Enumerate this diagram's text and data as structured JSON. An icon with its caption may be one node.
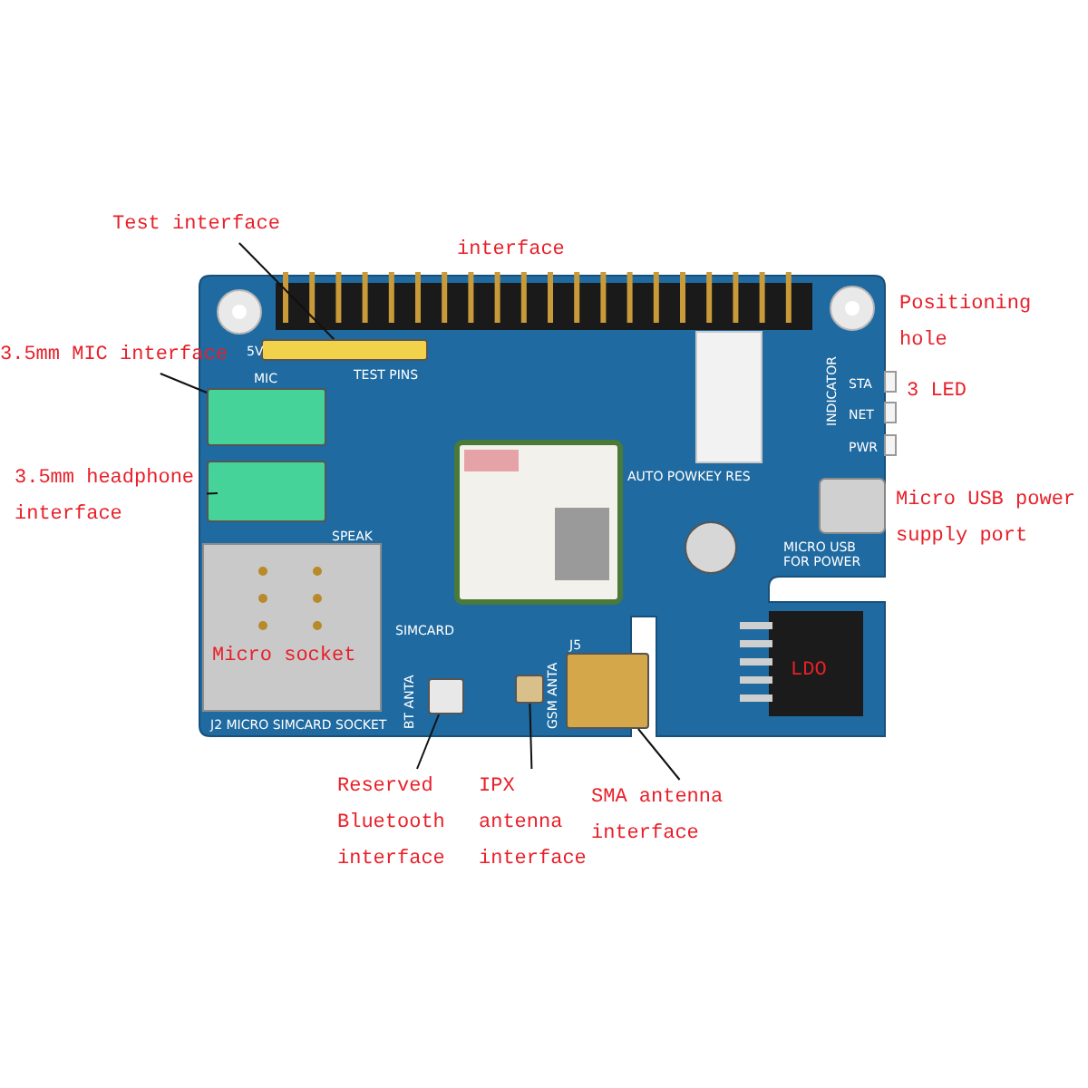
{
  "diagram": {
    "nodes": [
      {
        "text": [
          "Test interface"
        ]
      },
      {
        "text": [],
        "shape": "box",
        "beside": [
          "TEST PINS"
        ]
      },
      {
        "text": [
          "3.5mm MIC interface"
        ]
      },
      {
        "text": [],
        "shape": "box",
        "beside": [
          "MIC"
        ]
      },
      {
        "text": [
          "3.5mm headphone interface"
        ]
      },
      {
        "text": [],
        "shape": "box",
        "beside": [
          "SPEAK"
        ]
      },
      {
        "text": [
          "Reserved Bluetooth interface"
        ]
      },
      {
        "text": [],
        "shape": "box",
        "beside": [
          "BT ANTA"
        ]
      },
      {
        "text": [
          "IPX antenna interface"
        ]
      },
      {
        "text": [],
        "shape": "box"
      },
      {
        "text": [
          "SMA antenna interface"
        ]
      },
      {
        "text": [],
        "shape": "box",
        "beside": [
          "GSM ANTA"
        ]
      }
    ],
    "edges": [
      {
        "from": 0,
        "to": 1,
        "arrow": "none"
      },
      {
        "from": 2,
        "to": 3,
        "arrow": "none"
      },
      {
        "from": 4,
        "to": 5,
        "arrow": "none"
      },
      {
        "from": 6,
        "to": 7,
        "arrow": "none"
      },
      {
        "from": 8,
        "to": 9,
        "arrow": "none"
      },
      {
        "from": 10,
        "to": 11,
        "arrow": "none"
      }
    ],
    "labels": [
      "interface",
      "Positioning hole",
      "5V",
      "3 LED",
      "INDICATOR",
      "STA",
      "NET",
      "PWR",
      "AUTO POWKEY RES",
      "Micro USB power supply port",
      "SIMCARD",
      "MICRO USB FOR POWER",
      "Micro socket",
      "LDO",
      "J5",
      "J2 MICRO SIMCARD SOCKET"
    ]
  }
}
